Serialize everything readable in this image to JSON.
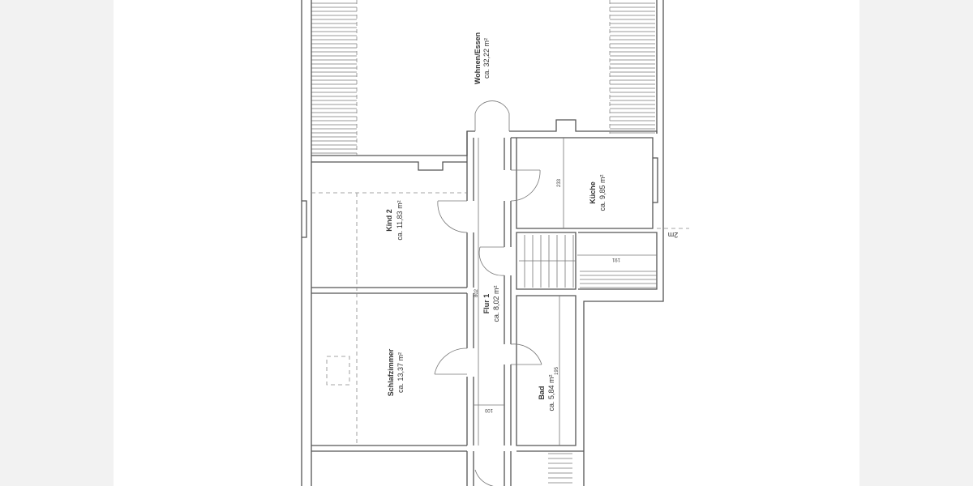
{
  "rooms": [
    {
      "name": "Wohnen/Essen",
      "area": "ca. 32,22 m²"
    },
    {
      "name": "Kind 2",
      "area": "ca. 11,83 m²"
    },
    {
      "name": "Küche",
      "area": "ca. 9,85 m²"
    },
    {
      "name": "Flur 1",
      "area": "ca. 8,02 m²"
    },
    {
      "name": "Schlafzimmer",
      "area": "ca. 13,37 m²"
    },
    {
      "name": "Bad",
      "area": "ca. 5,84 m²"
    }
  ],
  "dimensions": {
    "kueche_height": "233",
    "landing_width": "191",
    "flur_length": "802",
    "flur_width": "100",
    "bad_length": "195",
    "slope_marker": "2m"
  }
}
